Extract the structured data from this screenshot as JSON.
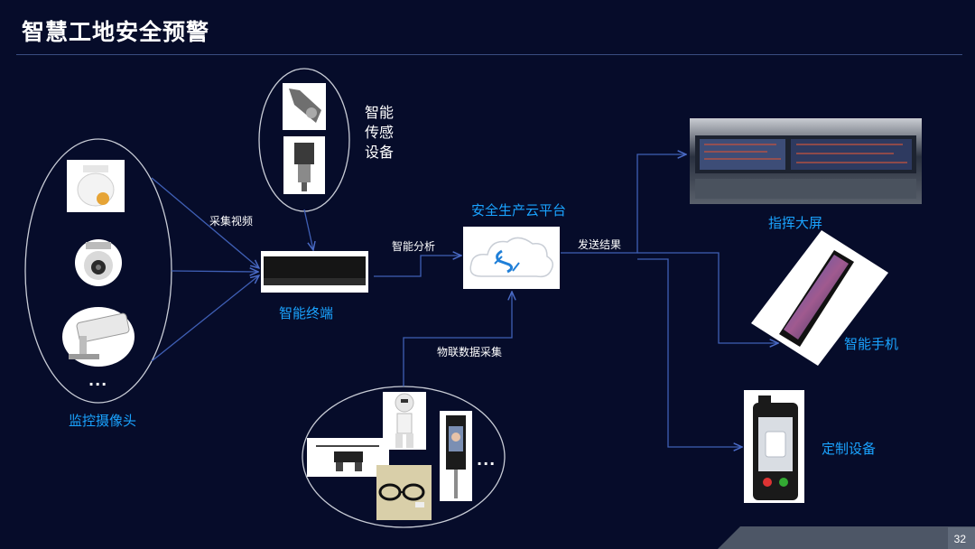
{
  "header": {
    "title": "智慧工地安全预警"
  },
  "nodes": {
    "cameras": {
      "label": "监控摄像头",
      "more": "..."
    },
    "sensors": {
      "label": "智能\n传感\n设备"
    },
    "terminal": {
      "label": "智能终端"
    },
    "cloud": {
      "label": "安全生产云平台"
    },
    "screen": {
      "label": "指挥大屏"
    },
    "phone": {
      "label": "智能手机"
    },
    "custom": {
      "label": "定制设备"
    },
    "iot": {
      "more": "..."
    }
  },
  "edges": {
    "collect_video": "采集视频",
    "smart_analysis": "智能分析",
    "send_result": "发送结果",
    "iot_collect": "物联数据采集"
  },
  "footer": {
    "page_number": "32"
  },
  "colors": {
    "background": "#060c2a",
    "accent": "#1aa3ff",
    "line": "#3f5fb5"
  }
}
